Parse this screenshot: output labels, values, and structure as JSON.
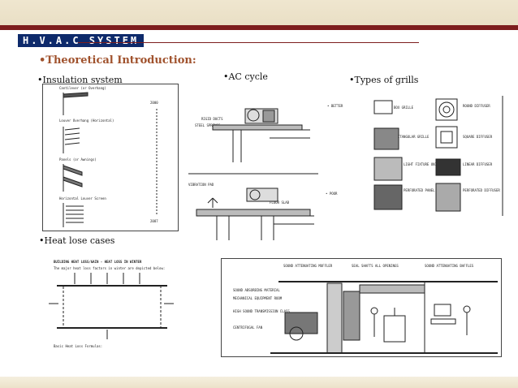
{
  "slide": {
    "system_title": "H.V.A.C SYSTEM",
    "heading": "•Theoretical  Introduction:",
    "labels": {
      "insulation": "•Insulation system",
      "ac_cycle": "•AC cycle",
      "grills": "•Types of grills",
      "heat_loss": "•Heat lose cases"
    },
    "colors": {
      "accent": "#7d1d1d",
      "title_bg": "#0e2a6b",
      "heading": "#a0522d",
      "band": "#ece2c9"
    }
  },
  "insulation_panel": {
    "items": [
      "Cantilever (or Overhang)",
      "Louver Overhang (Horizontal)",
      "Panels (or Awnings)",
      "Horizontal Louver Screen"
    ],
    "scale_top": "2000",
    "scale_bottom": "2087"
  },
  "ac_panel": {
    "labels": [
      "RIGID DUCTS",
      "STEEL SPRINGS",
      "VIBRATION PAD",
      "FLOOR SLAB"
    ]
  },
  "grills_panel": {
    "notes": [
      "• BETTER",
      "• POOR"
    ],
    "types": [
      "BOX GRILLE",
      "ROUND DIFFUSER",
      "RECTANGULAR GRILLE",
      "SQUARE DIFFUSER",
      "LIGHT FIXTURE UNIT",
      "LINEAR DIFFUSER",
      "PERFORATED PANEL",
      "PERFORATED DIFFUSER"
    ]
  },
  "heat_loss_panel": {
    "title": "BUILDING HEAT LOSS/GAIN - HEAT LOSS IN WINTER",
    "subtitle": "The major heat loss factors in winter are depicted below:",
    "footer": "Basic Heat Loss Formulas:"
  },
  "equipment_panel": {
    "labels": [
      "SOUND ATTENUATING MUFFLER",
      "SEAL SHAFTS ALL OPENINGS",
      "SOUND ATTENUATING BAFFLES",
      "SOUND ABSORBING MATERIAL",
      "MECHANICAL EQUIPMENT ROOM",
      "HIGH SOUND TRANSMISSION CLASS",
      "CENTRIFUGAL FAN"
    ]
  }
}
